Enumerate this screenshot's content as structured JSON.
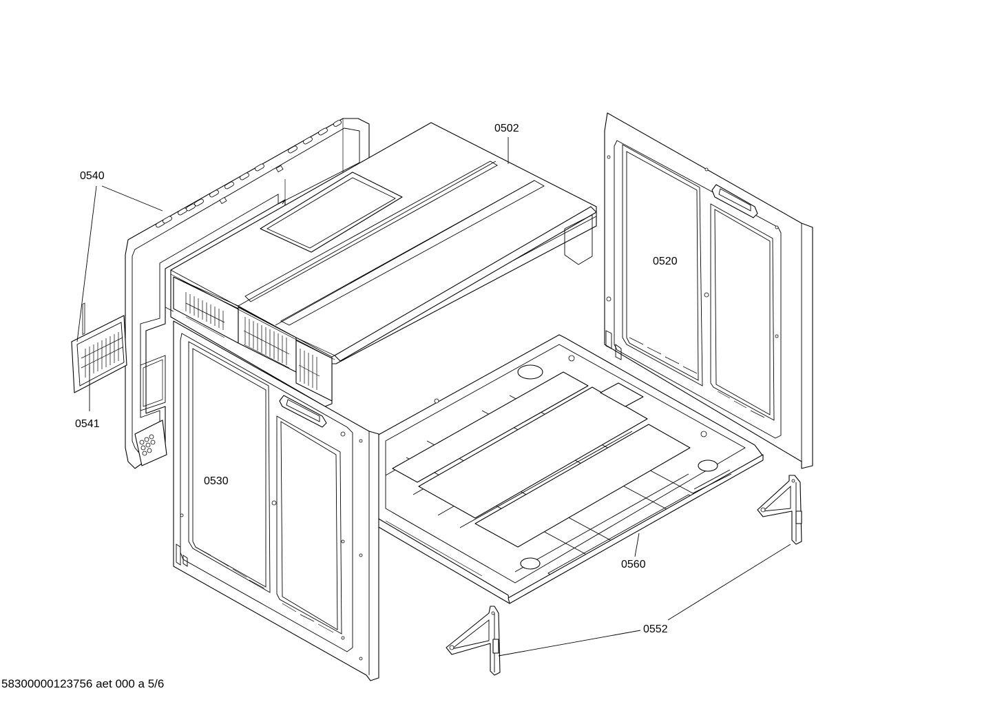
{
  "diagram": {
    "parts": [
      {
        "id": "0502",
        "label": "0502"
      },
      {
        "id": "0520",
        "label": "0520"
      },
      {
        "id": "0530",
        "label": "0530"
      },
      {
        "id": "0540",
        "label": "0540"
      },
      {
        "id": "0541",
        "label": "0541"
      },
      {
        "id": "0552",
        "label": "0552"
      },
      {
        "id": "0560",
        "label": "0560"
      }
    ],
    "footer_text": "58300000123756 aet 000 a 5/6"
  }
}
